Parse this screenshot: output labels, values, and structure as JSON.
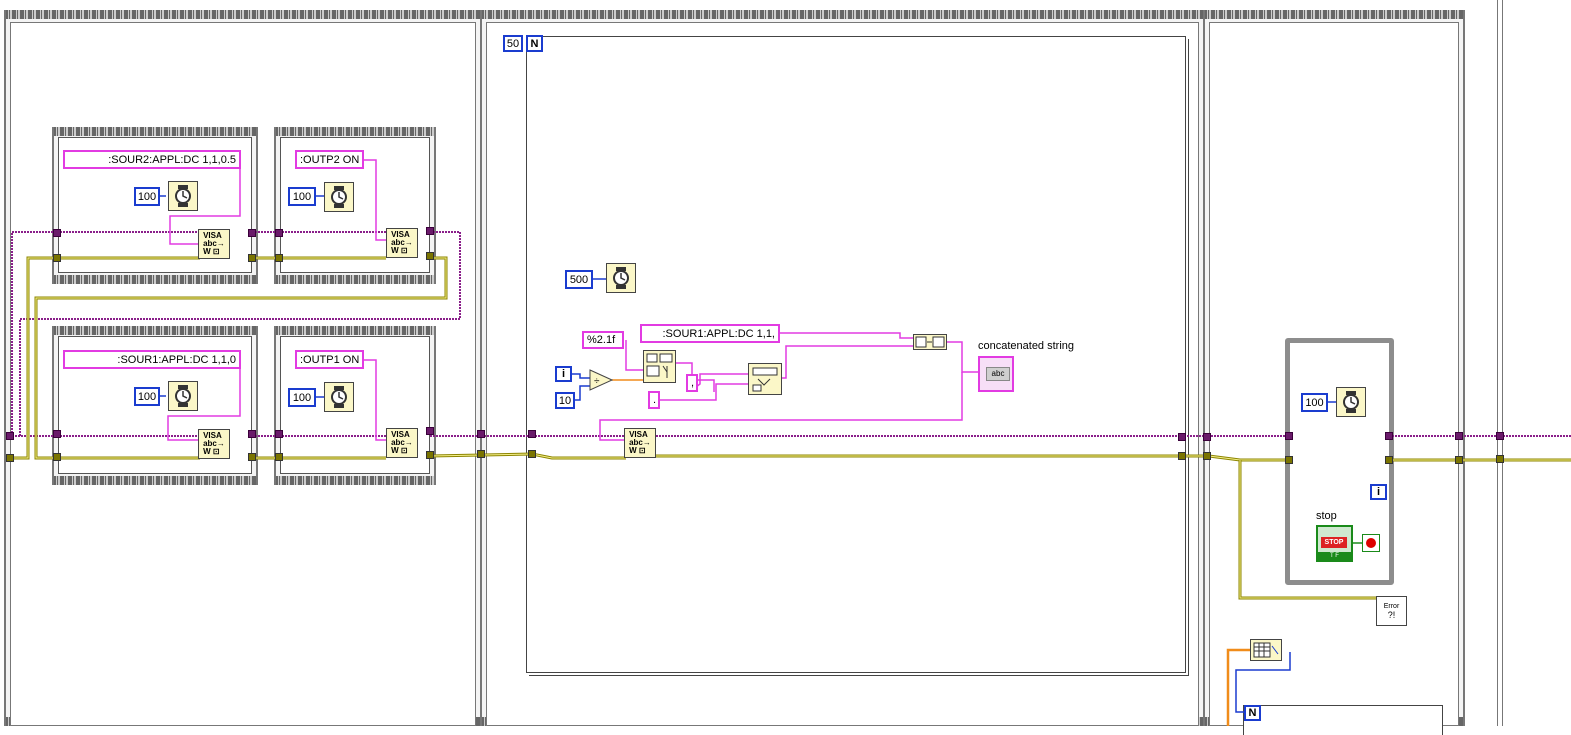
{
  "frame_sequence": {
    "name": "flat-sequence"
  },
  "frame1": {
    "branch_top": [
      {
        "command": ":SOUR2:APPL:DC 1,1,0.5",
        "wait_ms": "100"
      },
      {
        "command": ":OUTP2 ON",
        "wait_ms": "100"
      }
    ],
    "branch_bottom": [
      {
        "command": ":SOUR1:APPL:DC 1,1,0",
        "wait_ms": "100"
      },
      {
        "command": ":OUTP1 ON",
        "wait_ms": "100"
      }
    ]
  },
  "frame2": {
    "loop_count": "50",
    "loop_count_label": "N",
    "wait_ms": "500",
    "format_string": "%2.1f",
    "command_prefix": ":SOUR1:APPL:DC 1,1,",
    "divide_by": "10",
    "iteration_label": "i",
    "separator_a": ",",
    "separator_b": ".",
    "indicator_label": "concatenated string",
    "indicator_value": "abc"
  },
  "frame3": {
    "wait_ms": "100",
    "iteration_label": "i",
    "stop_label": "stop",
    "stop_button_text": "STOP",
    "stop_tf": "T F",
    "error_handler_text": "Error",
    "for_loop_label": "N"
  },
  "colors": {
    "visa_wire": "#8a1f8a",
    "error_wire": "#8c8400",
    "string_wire": "#e23be2",
    "numeric_wire": "#1a3ccf",
    "float_wire": "#f08c1a",
    "vi_background": "#fbf7c8"
  },
  "icons": [
    "wait-timer-icon",
    "visa-write-icon",
    "format-number-icon",
    "concatenate-icon",
    "string-replace-icon",
    "divide-icon",
    "error-handler-icon",
    "stop-button-icon",
    "array-build-icon"
  ]
}
